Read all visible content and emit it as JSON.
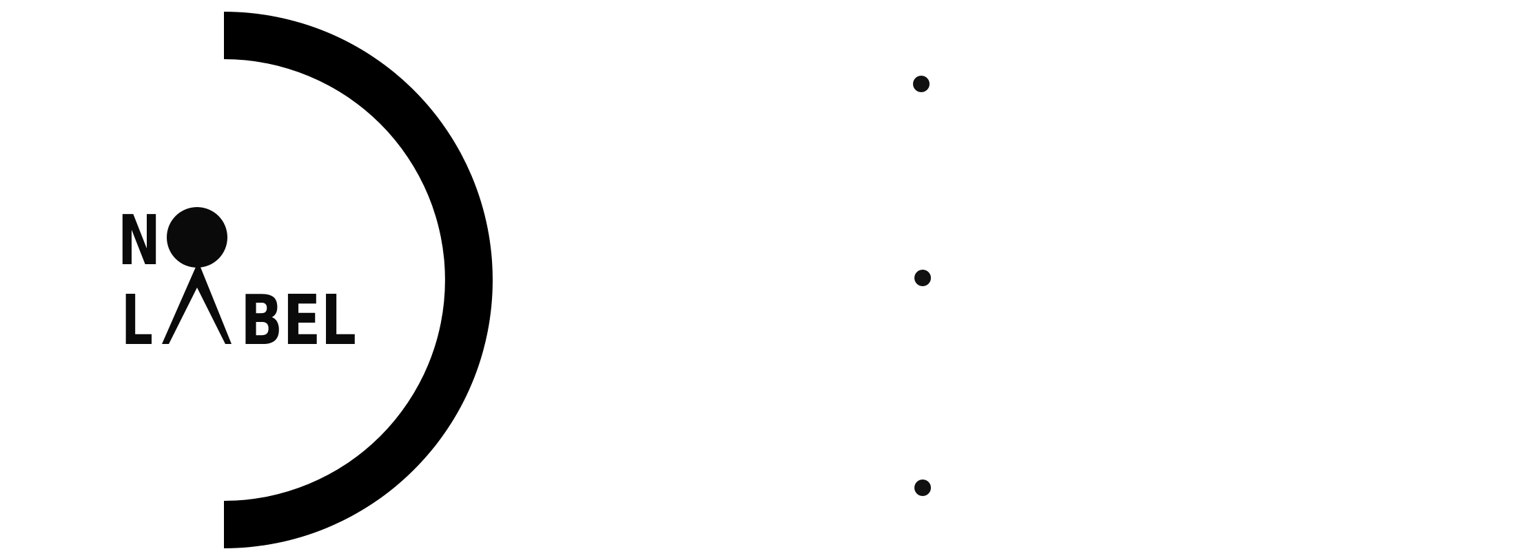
{
  "logo": {
    "line1": "NO",
    "line2": "LABEL",
    "letters": [
      "N",
      "O",
      "L",
      "A",
      "B",
      "E",
      "L"
    ],
    "color": "#0a0a0a"
  },
  "arc": {
    "color": "#000000"
  },
  "dots": {
    "count": 3,
    "color": "#111111"
  }
}
